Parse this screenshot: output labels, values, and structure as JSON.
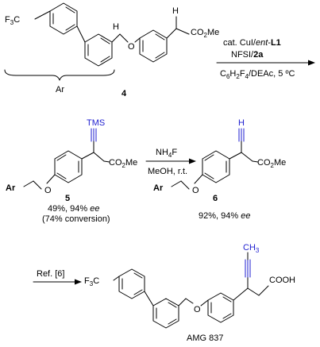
{
  "scheme": {
    "compound_labels": {
      "c4": "4",
      "c5": "5",
      "c6": "6",
      "final_name": "AMG 837",
      "ar_brace": "Ar"
    },
    "groups": {
      "cf3_c": "F",
      "cf3_sub": "3",
      "cf3_tail": "C",
      "h": "H",
      "o": "O",
      "co2me_pre": "CO",
      "co2me_sub": "2",
      "co2me_post": "Me",
      "tms": "TMS",
      "ar": "Ar",
      "ch3_pre": "CH",
      "ch3_sub": "3",
      "cooh": "COOH"
    },
    "step1": {
      "line1_pre": "cat. CuI/",
      "line1_ent": "ent",
      "line1_dash": "-",
      "line1_bold": "L1",
      "line2_pre": "NFSI/",
      "line2_bold": "2a",
      "line3_c": "C",
      "line3_6": "6",
      "line3_h": "H",
      "line3_2": "2",
      "line3_f": "F",
      "line3_4": "4",
      "line3_rest": "/DEAc, 5 ºC"
    },
    "step2": {
      "line1_pre": "NH",
      "line1_sub": "4",
      "line1_post": "F",
      "line2": "MeOH, r.t."
    },
    "step3": {
      "line1": "Ref. [6]"
    },
    "results": {
      "c5_line1_pre": "49%, 94% ",
      "c5_line1_ee": "ee",
      "c5_line2": "(74% conversion)",
      "c6_line1_pre": "92%, 94% ",
      "c6_line1_ee": "ee"
    },
    "colors": {
      "bonds": "#000000",
      "alkyne_highlight": "#1f1fd0"
    }
  }
}
